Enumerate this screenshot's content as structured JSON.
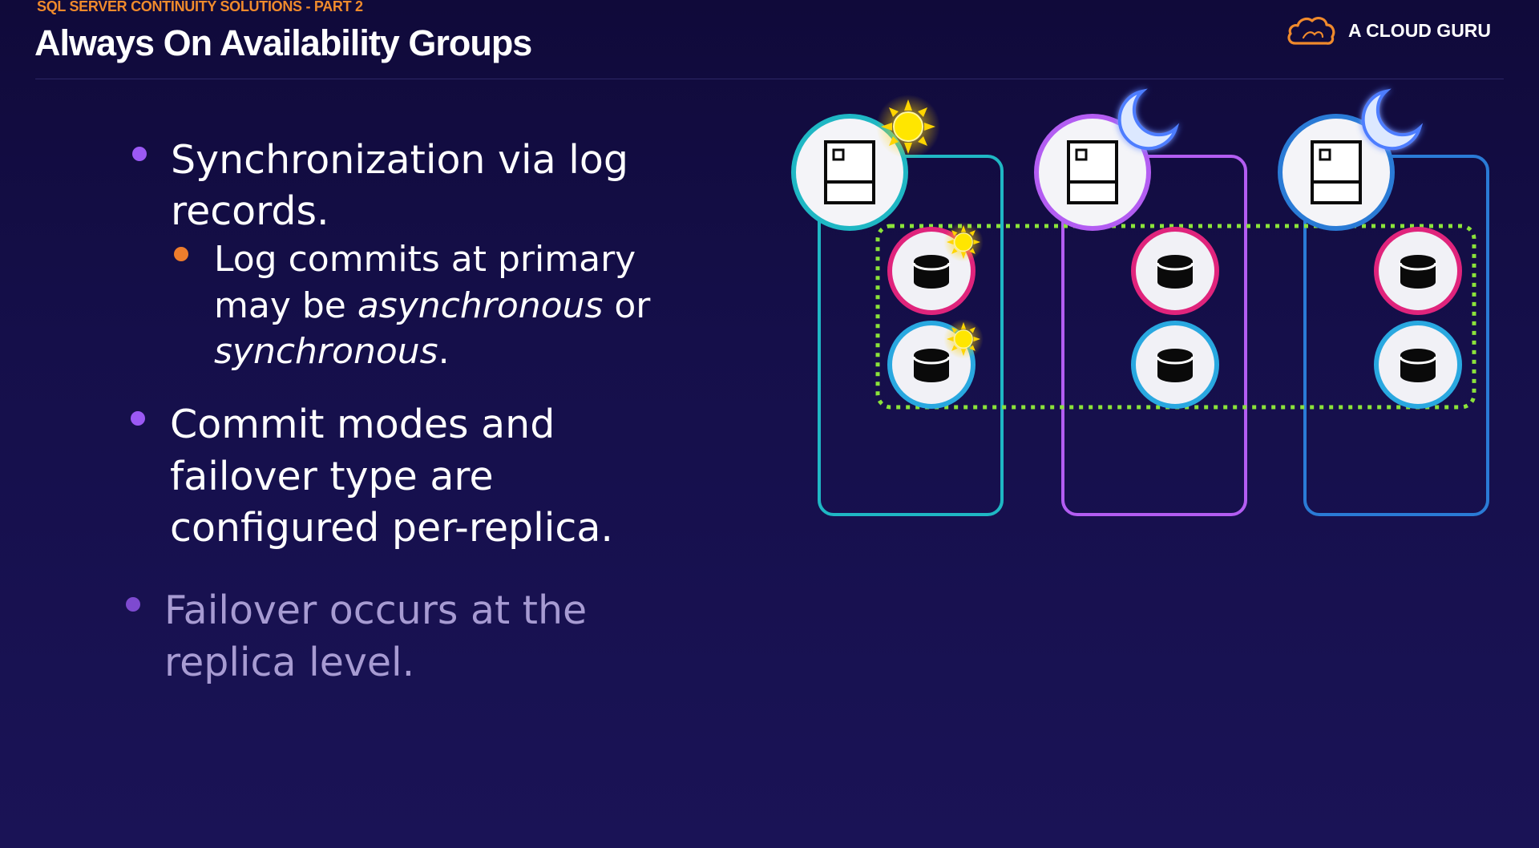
{
  "header": {
    "supertitle": "SQL SERVER CONTINUITY SOLUTIONS - PART 2",
    "title": "Always On Availability Groups"
  },
  "brand": {
    "name": "A CLOUD GURU",
    "icon": "cloud-logo-icon",
    "color": "#f08a2c"
  },
  "bullets": [
    {
      "line1": "Synchronization via log",
      "line2": "records."
    },
    {
      "sub": {
        "line1": "Log commits at primary",
        "line2_pre": "may be ",
        "line2_em": "asynchronous",
        "line2_post": " or",
        "line3_em": "synchronous",
        "line3_post": "."
      }
    },
    {
      "line1": "Commit modes and",
      "line2": "failover type are",
      "line3": "configured per-replica."
    },
    {
      "line1": "Failover occurs at the",
      "line2": "replica level."
    }
  ],
  "colors": {
    "replica1": "#1fb7c4",
    "replica2": "#b35df2",
    "replica3": "#2a7bd6",
    "db_ring_top": "#e0247c",
    "db_ring_bottom": "#29a8e0",
    "availability_group": "#8be33a",
    "sun": "#ffe600",
    "moon": "#d6e4ff"
  },
  "diagram": {
    "replicas": [
      {
        "role": "primary",
        "state_icon": "sun-icon"
      },
      {
        "role": "secondary",
        "state_icon": "moon-icon"
      },
      {
        "role": "secondary",
        "state_icon": "moon-icon"
      }
    ],
    "databases_per_replica": 2,
    "icons": [
      "server-icon",
      "database-icon",
      "sun-icon",
      "moon-icon"
    ]
  }
}
